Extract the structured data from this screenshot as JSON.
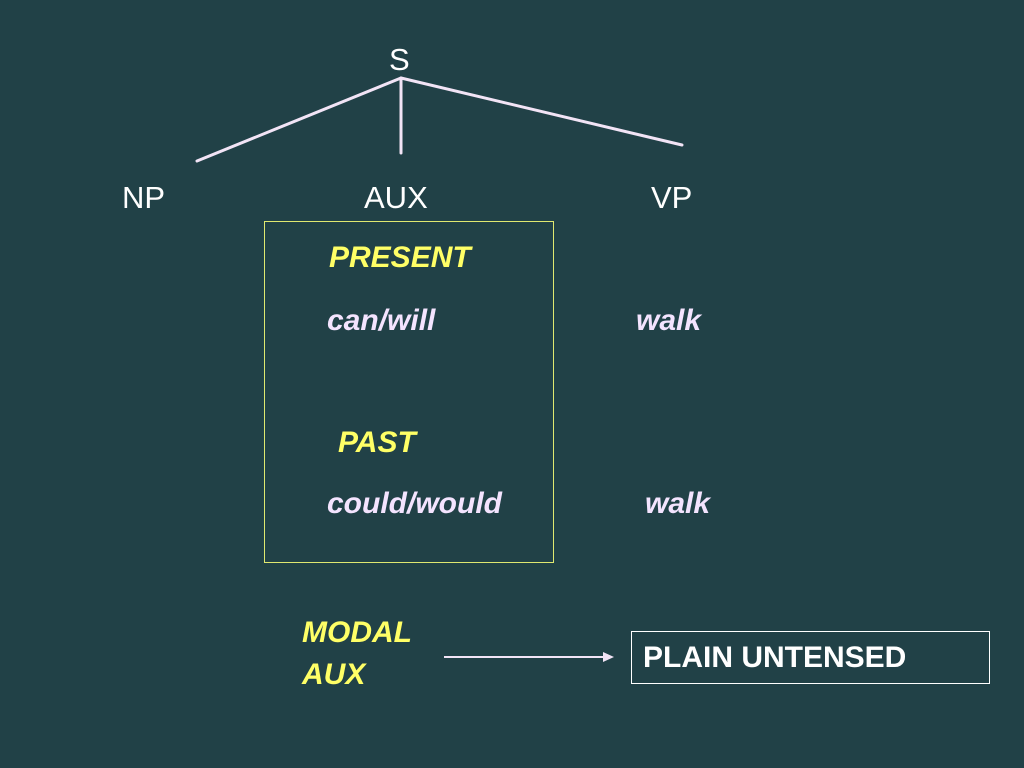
{
  "tree": {
    "root": "S",
    "children": [
      "NP",
      "AUX",
      "VP"
    ]
  },
  "aux_box": {
    "present_label": "PRESENT",
    "present_modal": "can/will",
    "present_verb": "walk",
    "past_label": "PAST",
    "past_modal": "could/would",
    "past_verb": "walk"
  },
  "bottom": {
    "modal_line1": "MODAL",
    "modal_line2": "AUX",
    "result": "PLAIN UNTENSED"
  },
  "colors": {
    "background": "#214147",
    "category_text": "#ffff66",
    "word_text": "#f4e4ff",
    "lines": "#f2e4f6",
    "box_border": "#e0e870"
  }
}
